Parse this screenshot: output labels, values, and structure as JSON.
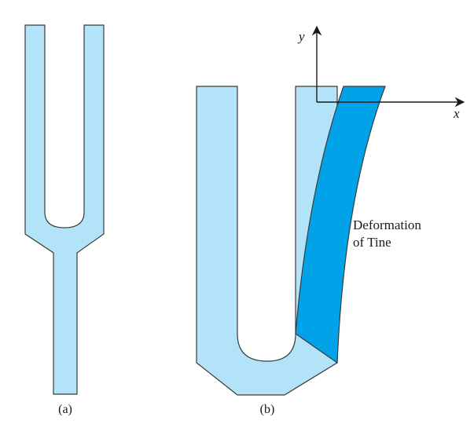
{
  "colors": {
    "fork_fill": "#b3e3f8",
    "tine_deformed_fill": "#00a3e8",
    "outline": "#3a3a3a",
    "axis": "#1a1a1a"
  },
  "panel_a": {
    "caption": "(a)"
  },
  "panel_b": {
    "caption": "(b)",
    "axis_x_label": "x",
    "axis_y_label": "y",
    "annotation_line1": "Deformation",
    "annotation_line2": "of Tine"
  }
}
